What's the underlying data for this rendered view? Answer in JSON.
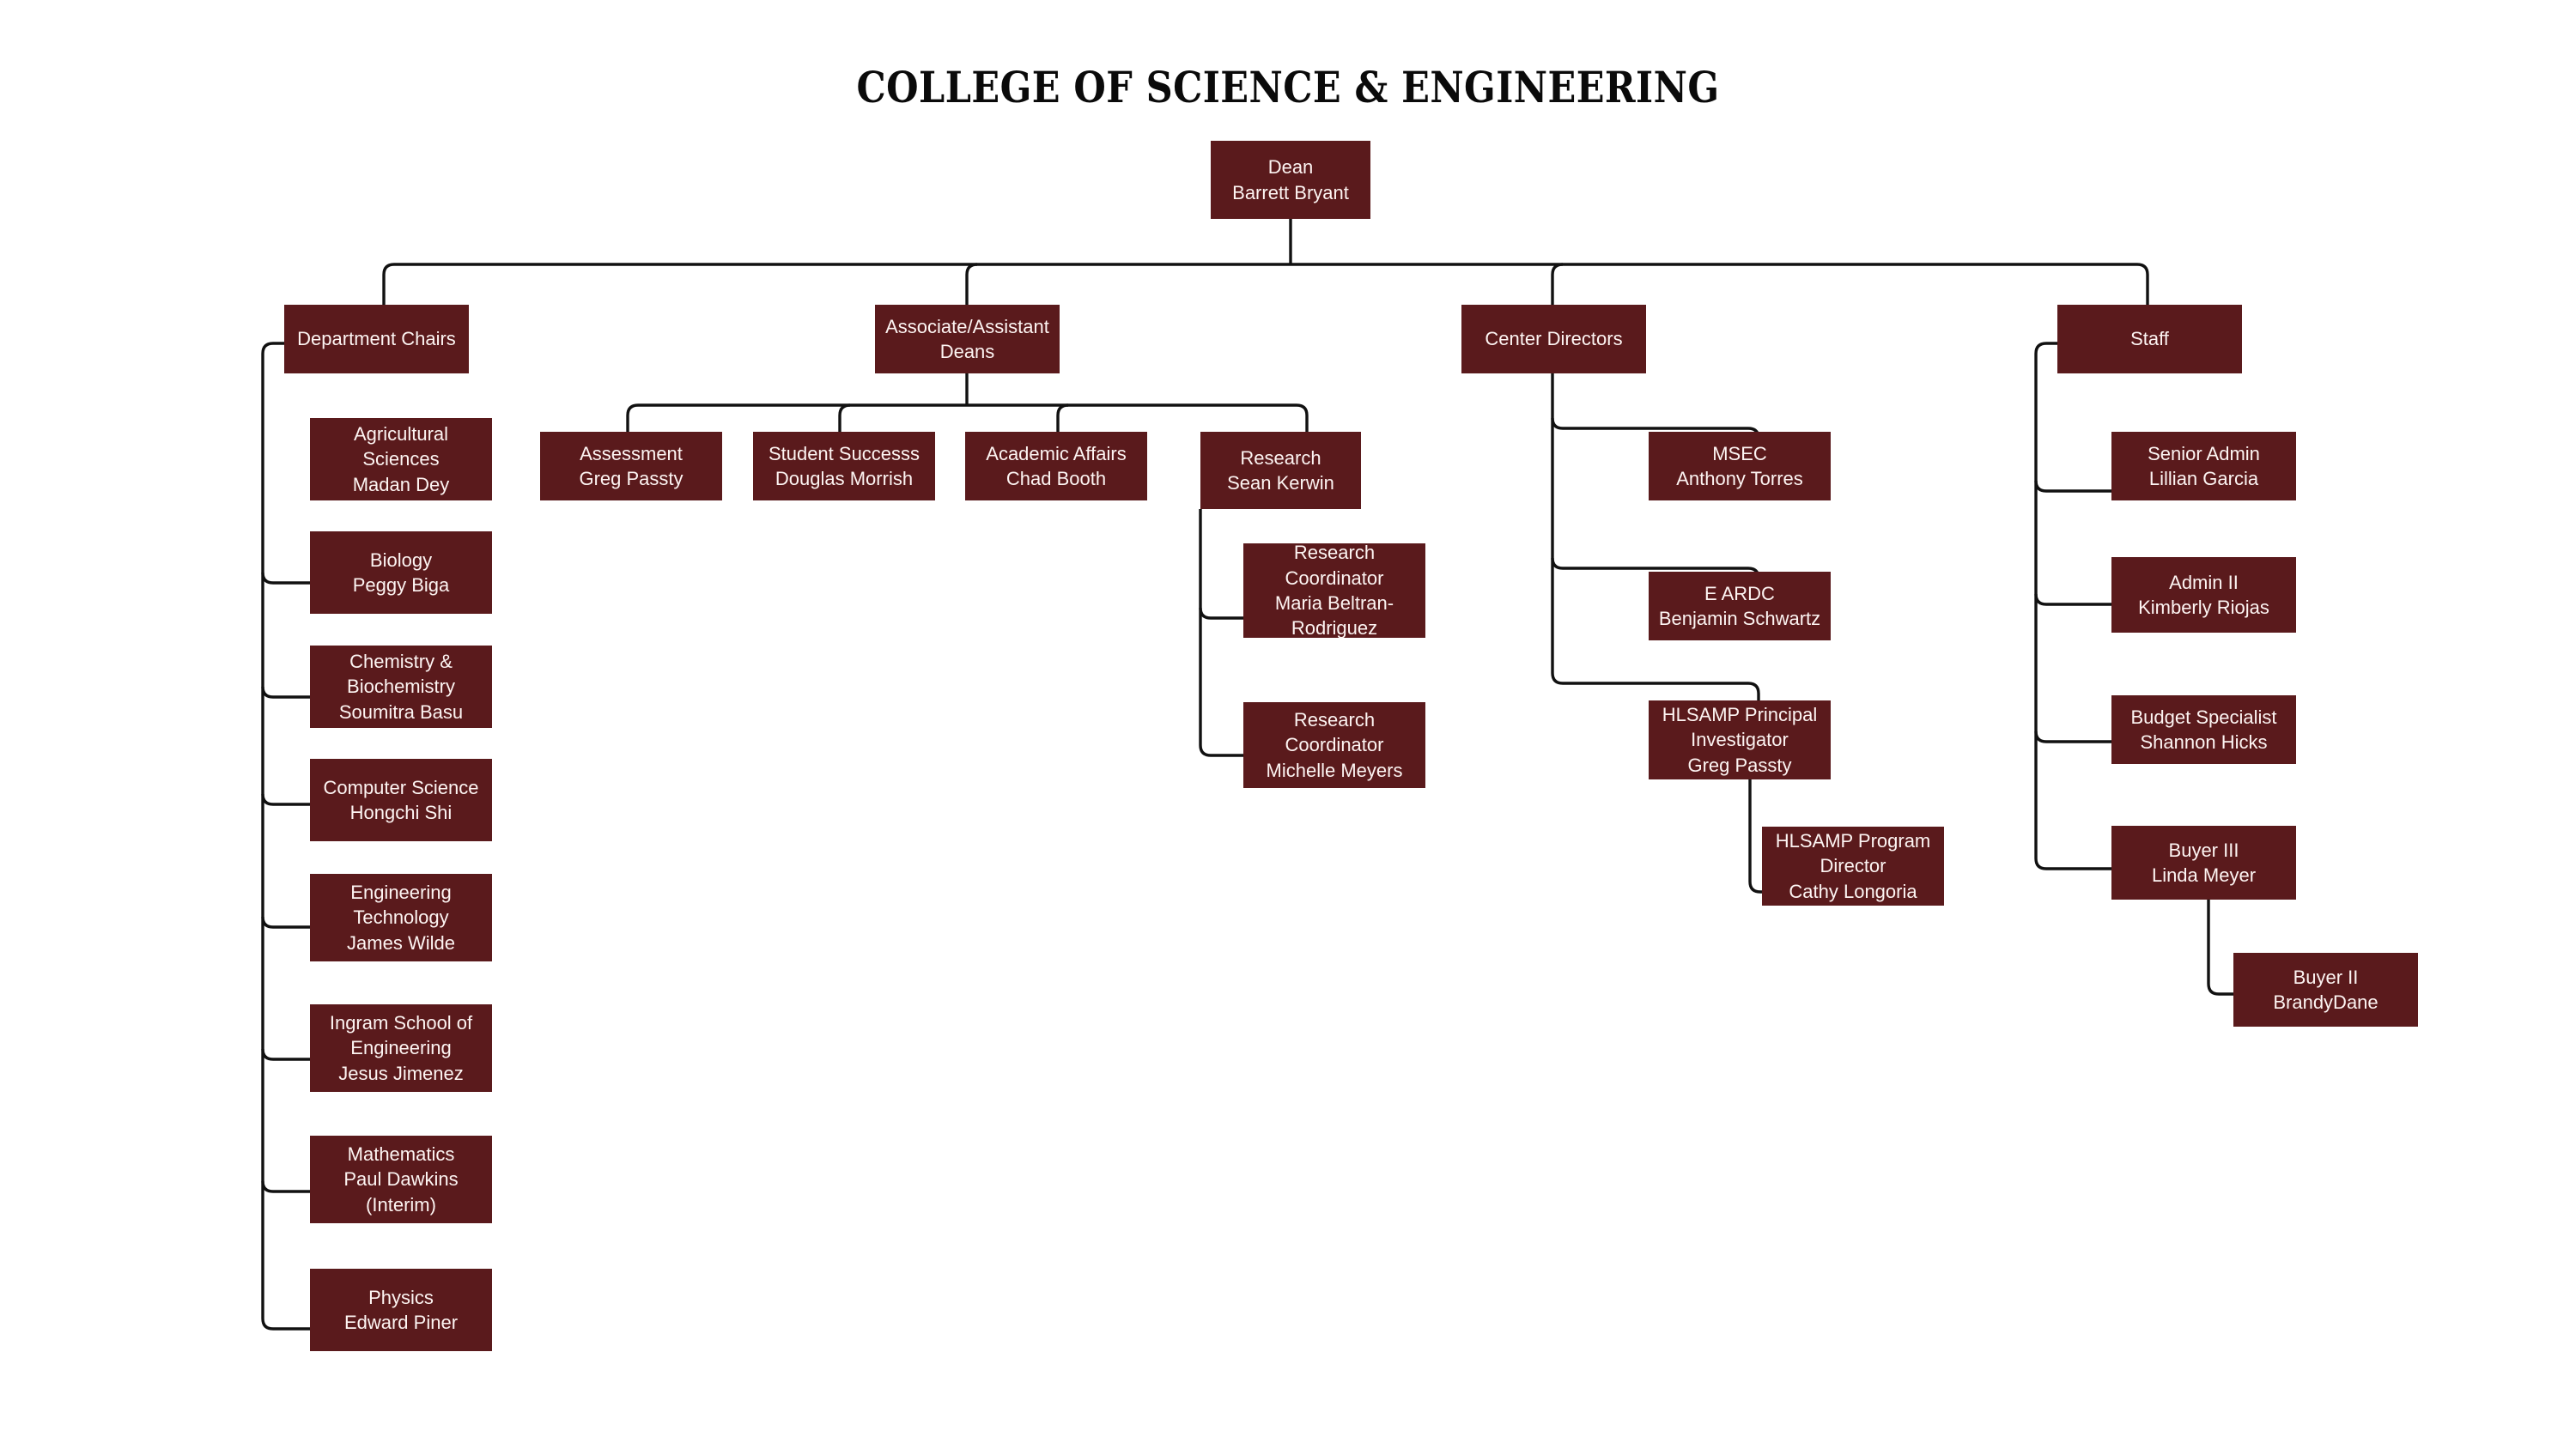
{
  "title": "COLLEGE OF SCIENCE & ENGINEERING",
  "theme": {
    "box_fill": "#5a1a1c",
    "box_text": "#fdf4f2",
    "connector": "#111111",
    "background": "#ffffff",
    "title_color": "#0a0a0a"
  },
  "chart_data": {
    "type": "diagram",
    "orientation": "top-down organizational hierarchy",
    "root": "Dean / Barrett Bryant",
    "branch_count": 4
  },
  "nodes": {
    "dean": {
      "line1": "Dean",
      "line2": "Barrett Bryant"
    },
    "department_chairs": {
      "line1": "Department Chairs"
    },
    "agricultural_sciences": {
      "line1": "Agricultural",
      "line2": "Sciences",
      "line3": "Madan Dey"
    },
    "biology": {
      "line1": "Biology",
      "line2": "Peggy Biga"
    },
    "chemistry": {
      "line1": "Chemistry &",
      "line2": "Biochemistry",
      "line3": "Soumitra Basu"
    },
    "computer_science": {
      "line1": "Computer Science",
      "line2": "Hongchi Shi"
    },
    "engineering_technology": {
      "line1": "Engineering",
      "line2": "Technology",
      "line3": "James Wilde"
    },
    "ingram_school": {
      "line1": "Ingram School of",
      "line2": "Engineering",
      "line3": "Jesus Jimenez"
    },
    "mathematics": {
      "line1": "Mathematics",
      "line2": "Paul Dawkins",
      "line3": "(Interim)"
    },
    "physics": {
      "line1": "Physics",
      "line2": "Edward Piner"
    },
    "associate_deans": {
      "line1": "Associate/Assistant",
      "line2": "Deans"
    },
    "assessment": {
      "line1": "Assessment",
      "line2": "Greg Passty"
    },
    "student_success": {
      "line1": "Student Successs",
      "line2": "Douglas Morrish"
    },
    "academic_affairs": {
      "line1": "Academic Affairs",
      "line2": "Chad Booth"
    },
    "research": {
      "line1": "Research",
      "line2": "Sean Kerwin"
    },
    "research_coordinator_1": {
      "line1": "Research",
      "line2": "Coordinator",
      "line3": "Maria Beltran-",
      "line4": "Rodriguez"
    },
    "research_coordinator_2": {
      "line1": "Research",
      "line2": "Coordinator",
      "line3": "Michelle Meyers"
    },
    "center_directors": {
      "line1": "Center Directors"
    },
    "msec": {
      "line1": "MSEC",
      "line2": "Anthony Torres"
    },
    "e_ardc": {
      "line1": "E ARDC",
      "line2": "Benjamin Schwartz"
    },
    "hlsamp_pi": {
      "line1": "HLSAMP Principal",
      "line2": "Investigator",
      "line3": "Greg Passty"
    },
    "hlsamp_program_director": {
      "line1": "HLSAMP Program",
      "line2": "Director",
      "line3": "Cathy Longoria"
    },
    "staff": {
      "line1": "Staff"
    },
    "senior_admin": {
      "line1": "Senior Admin",
      "line2": "Lillian Garcia"
    },
    "admin_ii": {
      "line1": "Admin II",
      "line2": "Kimberly Riojas"
    },
    "budget_specialist": {
      "line1": "Budget Specialist",
      "line2": "Shannon Hicks"
    },
    "buyer_iii": {
      "line1": "Buyer III",
      "line2": "Linda Meyer"
    },
    "buyer_ii": {
      "line1": "Buyer II",
      "line2": "BrandyDane"
    }
  }
}
